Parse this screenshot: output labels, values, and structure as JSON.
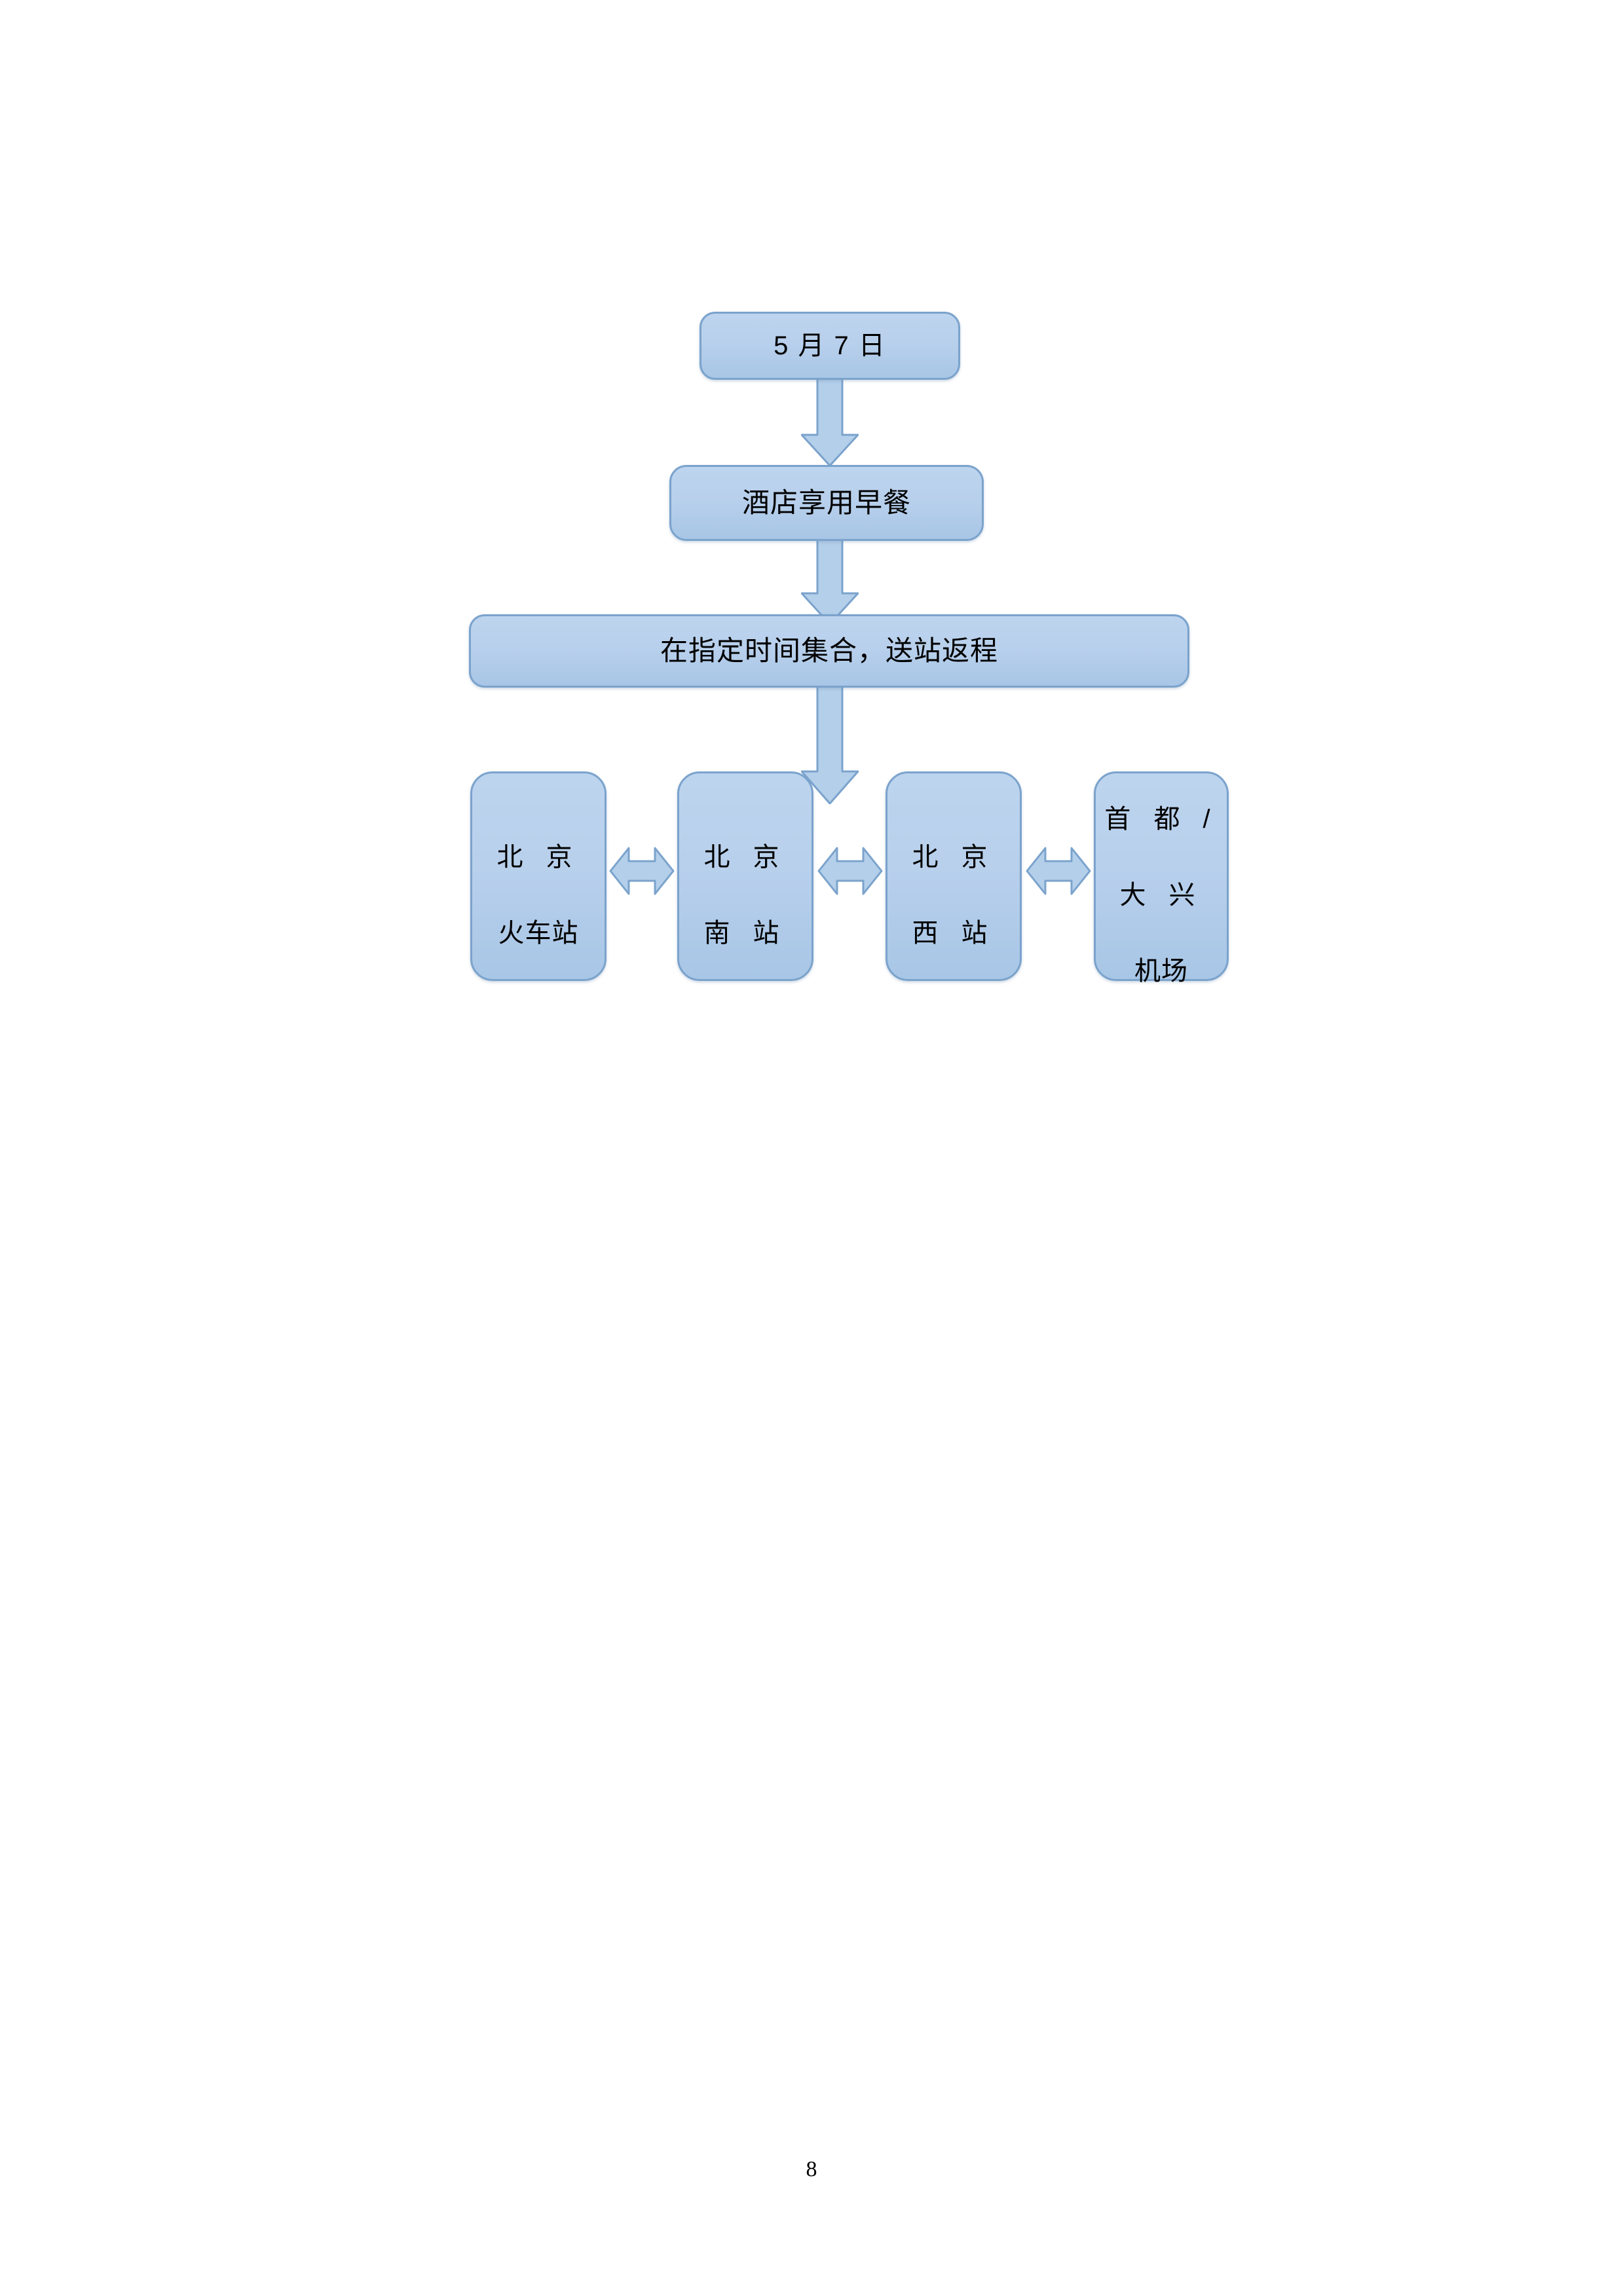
{
  "document": {
    "page_number": "8",
    "background_color": "#ffffff"
  },
  "theme": {
    "shape_fill_top": "#bdd4ee",
    "shape_fill_bottom": "#a8c6e6",
    "shape_border": "#7ba3cc",
    "arrow_fill": "#b4cfea",
    "arrow_border": "#7ba3cc",
    "text_color": "#000000"
  },
  "flowchart": {
    "nodes": {
      "date": {
        "text": "5 月 7 日"
      },
      "breakfast": {
        "text": "酒店享用早餐"
      },
      "assemble": {
        "text": "在指定时间集合，送站返程"
      }
    },
    "stations": [
      {
        "line1": "北 京",
        "line2": "火车站",
        "line3": ""
      },
      {
        "line1": "北 京",
        "line2": "南 站",
        "line3": ""
      },
      {
        "line1": "北 京",
        "line2": "西 站",
        "line3": ""
      },
      {
        "line1": "首 都 /",
        "line2": "大 兴",
        "line3": "机场"
      }
    ],
    "connectors": {
      "date_to_breakfast": "down-arrow",
      "breakfast_to_assemble": "down-arrow",
      "assemble_to_stations": "down-arrow-long",
      "station_links": [
        "double-arrow",
        "double-arrow",
        "double-arrow"
      ]
    }
  }
}
